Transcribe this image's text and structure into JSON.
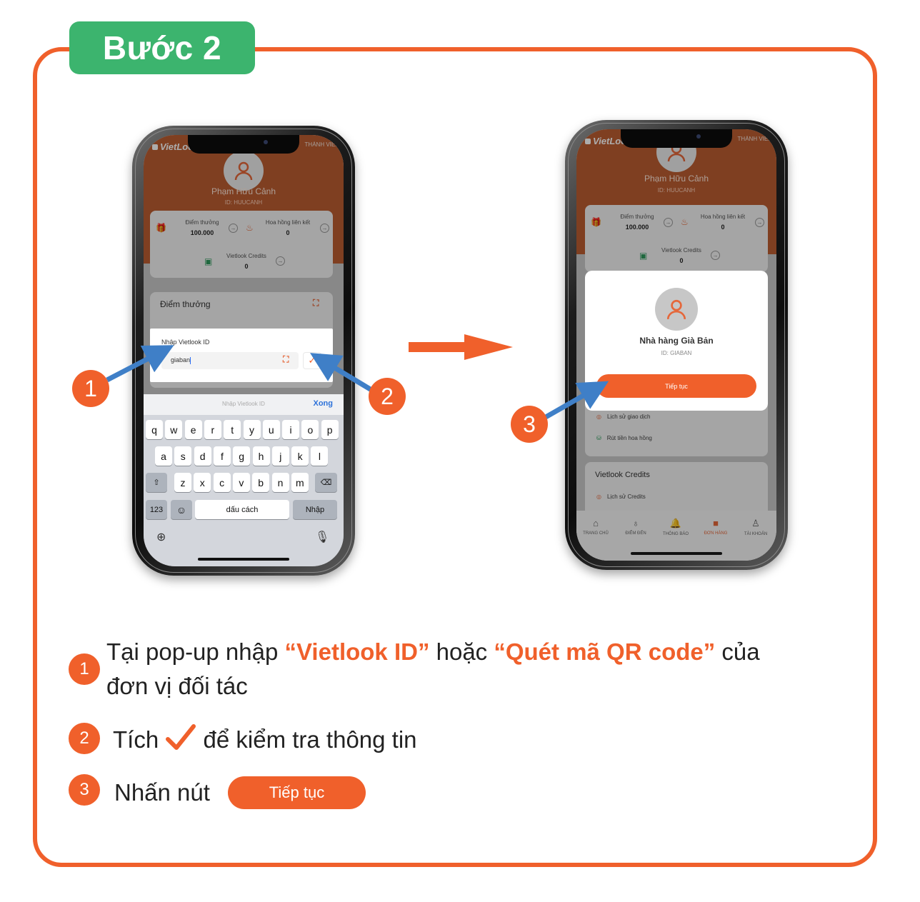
{
  "step_title": "Bước 2",
  "markers": [
    "1",
    "2",
    "3"
  ],
  "profile": {
    "app_logo": "VietLook",
    "member_label": "THÀNH VIÊN",
    "name": "Phạm Hữu Cảnh",
    "id": "ID: HUUCANH"
  },
  "stats": {
    "reward_label": "Điểm thưởng",
    "reward_value": "100.000",
    "commission_label": "Hoa hồng liên kết",
    "commission_value": "0",
    "credits_label": "Vietlook Credits",
    "credits_value": "0"
  },
  "phone1": {
    "section_title": "Điểm thưởng",
    "popup_title": "Nhập Vietlook ID",
    "input_value": "giaban",
    "keyboard": {
      "placeholder": "Nhập Vietlook ID",
      "done": "Xong",
      "row1": [
        "q",
        "w",
        "e",
        "r",
        "t",
        "y",
        "u",
        "i",
        "o",
        "p"
      ],
      "row2": [
        "a",
        "s",
        "d",
        "f",
        "g",
        "h",
        "j",
        "k",
        "l"
      ],
      "row3": [
        "z",
        "x",
        "c",
        "v",
        "b",
        "n",
        "m"
      ],
      "num_key": "123",
      "space": "dấu cách",
      "return": "Nhập"
    }
  },
  "phone2": {
    "partner_name": "Nhà hàng Già Bản",
    "partner_id": "ID: GIABAN",
    "continue_button": "Tiếp tục",
    "list": [
      "Lịch sử giao dịch",
      "Rút tiền hoa hồng"
    ],
    "credits_title": "Vietlook Credits",
    "credits_history": "Lịch sử Credits",
    "nav": [
      "TRANG CHỦ",
      "ĐIỂM ĐẾN",
      "THÔNG BÁO",
      "ĐƠN HÀNG",
      "TÀI KHOẢN"
    ]
  },
  "instructions": {
    "line1_a": "Tại pop-up nhập ",
    "line1_hl1": "“Vietlook ID”",
    "line1_b": " hoặc ",
    "line1_hl2": "“Quét mã QR code”",
    "line1_c": " của",
    "line1_d": "đơn vị đối tác",
    "line2_a": "Tích",
    "line2_b": "để kiểm tra thông tin",
    "line3_a": "Nhấn nút",
    "line3_button": "Tiếp tục"
  },
  "colors": {
    "accent": "#f0602b",
    "badge_green": "#3cb46e",
    "arrow_blue": "#3f7fc7"
  }
}
